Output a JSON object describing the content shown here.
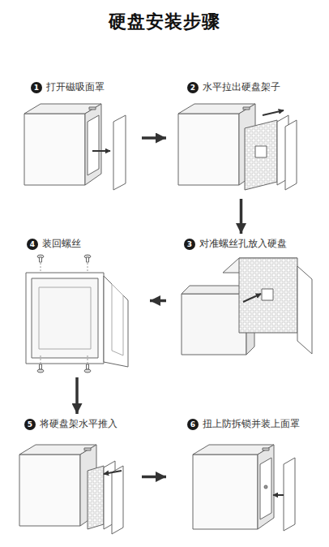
{
  "diagram": {
    "title": "硬盘安装步骤",
    "nodes": [
      {
        "text": [
          "1",
          "打开磁吸面罩"
        ]
      },
      {
        "text": [
          "2",
          "水平拉出硬盘架子"
        ]
      },
      {
        "text": [
          "3",
          "对准螺丝孔放入硬盘"
        ]
      },
      {
        "text": [
          "4",
          "装回螺丝"
        ]
      },
      {
        "text": [
          "5",
          "将硬盘架水平推入"
        ]
      },
      {
        "text": [
          "6",
          "扭上防拆锁并装上面罩"
        ]
      }
    ],
    "edges": [
      {
        "from": 0,
        "to": 1,
        "arrow": "to"
      },
      {
        "from": 1,
        "to": 2,
        "arrow": "to"
      },
      {
        "from": 2,
        "to": 3,
        "arrow": "to"
      },
      {
        "from": 3,
        "to": 4,
        "arrow": "to"
      },
      {
        "from": 4,
        "to": 5,
        "arrow": "to"
      }
    ]
  }
}
